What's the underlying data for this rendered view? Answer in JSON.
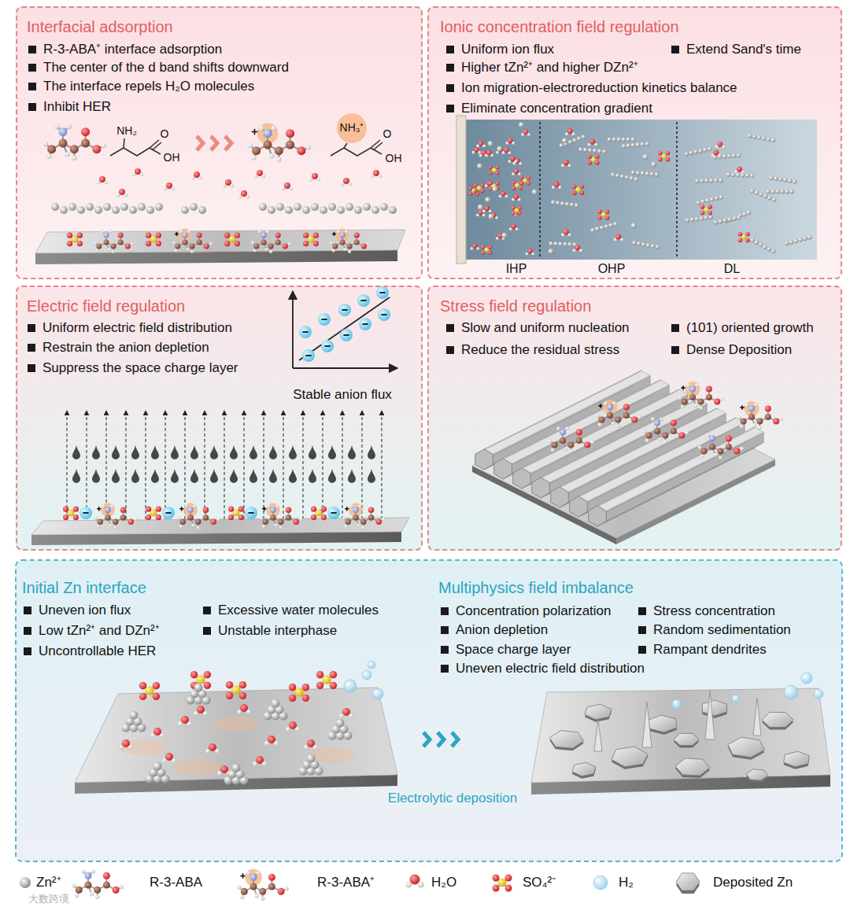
{
  "diagram": {
    "nodes": [
      {
        "text": [
          "Interfacial adsorption",
          "R-3-ABA⁺ interface adsorption",
          "The center of the d band shifts downward",
          "The interface repels H₂O molecules",
          "Inhibit HER"
        ]
      },
      {
        "text": [
          "Ionic concentration field regulation",
          "Uniform ion flux",
          "Extend Sand's time",
          "Higher tZn²⁺ and higher DZn²⁺",
          "Ion migration-electroreduction kinetics balance",
          "Eliminate concentration gradient"
        ]
      },
      {
        "text": [
          "Electric field regulation",
          "Uniform electric field distribution",
          "Restrain the anion depletion",
          "Suppress the space charge layer"
        ]
      },
      {
        "text": [
          "Stress field regulation",
          "Slow and uniform nucleation",
          "(101) oriented growth",
          "Reduce the residual stress",
          "Dense Deposition"
        ]
      },
      {
        "text": [
          "Initial Zn interface",
          "Uneven ion flux",
          "Excessive water molecules",
          "Low tZn²⁺ and DZn²⁺",
          "Unstable interphase",
          "Uncontrollable HER"
        ]
      },
      {
        "text": [
          "Multiphysics field imbalance",
          "Concentration polarization",
          "Stress concentration",
          "Anion depletion",
          "Random sedimentation",
          "Space charge layer",
          "Rampant dendrites",
          "Uneven electric field distribution"
        ]
      }
    ],
    "edges": [],
    "labels": [
      "NH₂",
      "O",
      "OH",
      "NH₃⁺",
      "O",
      "OH",
      "IHP",
      "OHP",
      "DL",
      "Stable anion flux",
      "Electrolytic deposition",
      "大数跨境"
    ],
    "legend": [
      {
        "text": "Zn²⁺"
      },
      {
        "text": "R-3-ABA"
      },
      {
        "text": "R-3-ABA⁺"
      },
      {
        "text": "H₂O"
      },
      {
        "text": "SO₄²⁻"
      },
      {
        "text": "H₂"
      },
      {
        "text": "Deposited Zn"
      }
    ]
  }
}
